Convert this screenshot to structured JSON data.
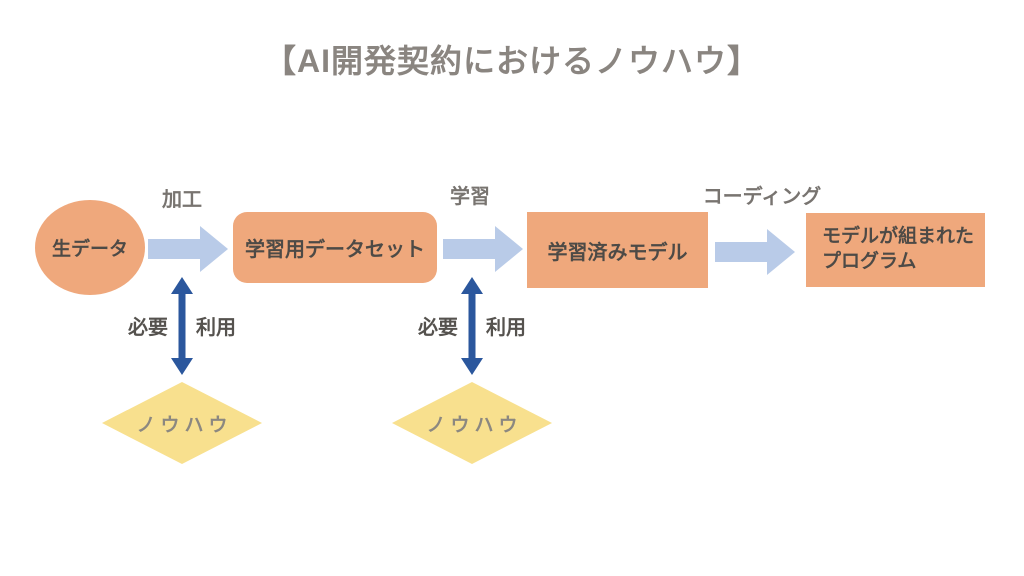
{
  "title": "【AI開発契約におけるノウハウ】",
  "flow": {
    "nodes": [
      {
        "id": "raw-data",
        "shape": "ellipse",
        "label": "生データ"
      },
      {
        "id": "training-dataset",
        "shape": "rounded-rect",
        "label": "学習用データセット"
      },
      {
        "id": "trained-model",
        "shape": "rect",
        "label": "学習済みモデル"
      },
      {
        "id": "model-program",
        "shape": "rect",
        "label": "モデルが組まれた\nプログラム"
      }
    ],
    "arrow_labels": [
      {
        "label": "加工"
      },
      {
        "label": "学習"
      },
      {
        "label": "コーディング"
      }
    ]
  },
  "knowhow": {
    "groups": [
      {
        "need_label": "必要",
        "use_label": "利用",
        "diamond_label": "ノウハウ"
      },
      {
        "need_label": "必要",
        "use_label": "利用",
        "diamond_label": "ノウハウ"
      }
    ]
  },
  "colors": {
    "background": "#ffffff",
    "node_fill": "#efa87c",
    "diamond_fill": "#f8e08e",
    "flow_arrow": "#b9cbe8",
    "knowhow_arrow": "#2b579d",
    "title_text": "#8a8580",
    "node_text": "#4d4a46",
    "label_text": "#787470",
    "side_label_text": "#55524e",
    "diamond_text": "#8c8880"
  }
}
